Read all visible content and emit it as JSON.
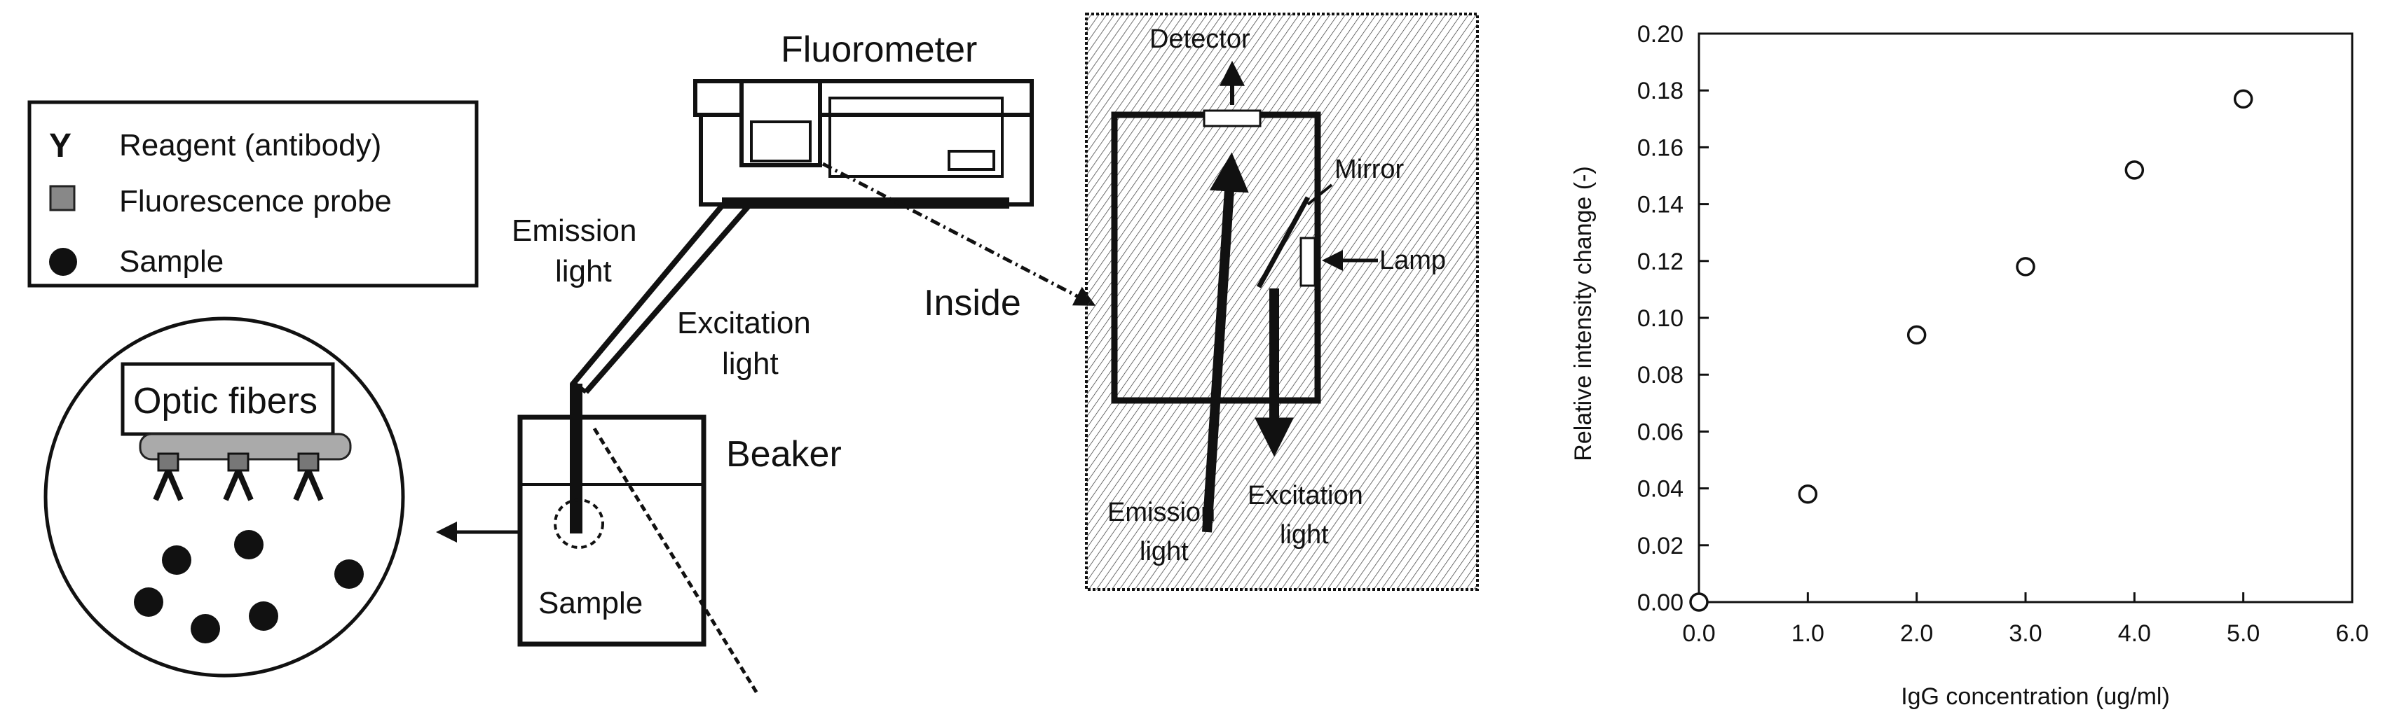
{
  "legend": {
    "reagent_symbol": "Y",
    "reagent": "Reagent (antibody)",
    "probe": "Fluorescence probe",
    "sample": "Sample"
  },
  "labels": {
    "fluorometer": "Fluorometer",
    "emission_light_1": "Emission",
    "emission_light_2": "light",
    "excitation_light_1": "Excitation",
    "excitation_light_2": "light",
    "inside": "Inside",
    "beaker": "Beaker",
    "sample": "Sample",
    "optic_fibers": "Optic fibers"
  },
  "inset": {
    "detector": "Detector",
    "mirror": "Mirror",
    "lamp": "Lamp",
    "emission_1": "Emission",
    "emission_2": "light",
    "excitation_1": "Excitation",
    "excitation_2": "light"
  },
  "chart_data": {
    "type": "scatter",
    "xlabel": "IgG concentration (ug/ml)",
    "ylabel": "Relative intensity change (-)",
    "xlim": [
      0.0,
      6.0
    ],
    "ylim": [
      0.0,
      0.2
    ],
    "xticks": [
      "0.0",
      "1.0",
      "2.0",
      "3.0",
      "4.0",
      "5.0",
      "6.0"
    ],
    "yticks": [
      "0.00",
      "0.02",
      "0.04",
      "0.06",
      "0.08",
      "0.10",
      "0.12",
      "0.14",
      "0.16",
      "0.18",
      "0.20"
    ],
    "points": [
      {
        "x": 0.0,
        "y": 0.0
      },
      {
        "x": 1.0,
        "y": 0.038
      },
      {
        "x": 2.0,
        "y": 0.094
      },
      {
        "x": 3.0,
        "y": 0.118
      },
      {
        "x": 4.0,
        "y": 0.152
      },
      {
        "x": 5.0,
        "y": 0.177
      }
    ],
    "grid": false
  }
}
